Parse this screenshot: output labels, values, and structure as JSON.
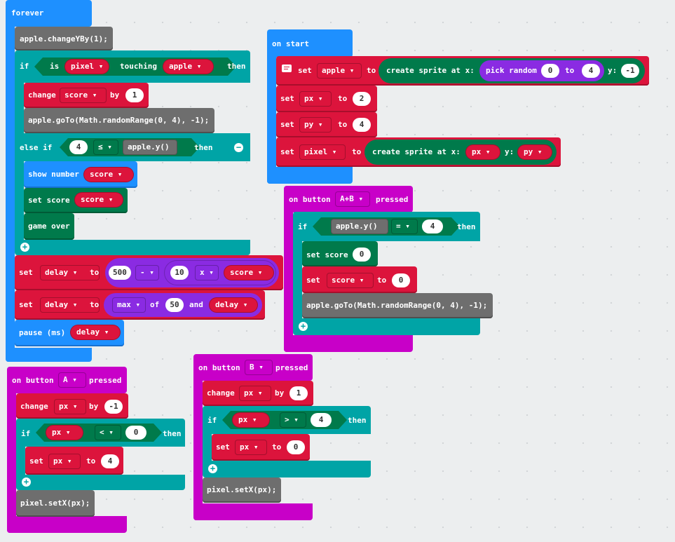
{
  "colors": {
    "event": "#1e90ff",
    "variable": "#dc143c",
    "logic": "#00a4a6",
    "game": "#007a4b",
    "code": "#6e6e6e",
    "input": "#c800c8",
    "math": "#8a2be2"
  },
  "icons": {
    "comment": "comment-icon",
    "add": "plus-circle-icon",
    "remove": "minus-circle-icon",
    "dropdown": "triangle-down-icon"
  },
  "forever": {
    "hat": "forever",
    "l1": "apple.changeYBy(1);",
    "if": "if",
    "is": "is",
    "pixel": "pixel",
    "touching": "touching",
    "apple": "apple",
    "then": "then",
    "change": "change",
    "score": "score",
    "by": "by",
    "one": "1",
    "goto": "apple.goTo(Math.randomRange(0, 4), -1);",
    "elseif": "else if",
    "four": "4",
    "le": "≤",
    "appley": "apple.y()",
    "then2": "then",
    "shownum": "show number",
    "score2": "score",
    "setscore": "set score",
    "score3": "score",
    "gameover": "game over",
    "set": "set",
    "delay": "delay",
    "to": "to",
    "n500": "500",
    "minus": "-",
    "n10": "10",
    "times": "x",
    "score4": "score",
    "set2": "set",
    "delay2": "delay",
    "to2": "to",
    "max": "max",
    "of": "of",
    "n50": "50",
    "and": "and",
    "delay3": "delay",
    "pause": "pause (ms)",
    "delay4": "delay"
  },
  "onstart": {
    "hat": "on start",
    "set": "set",
    "apple": "apple",
    "to": "to",
    "create": "create sprite at x:",
    "pickrandom": "pick random",
    "n0": "0",
    "to2": "to",
    "n4": "4",
    "y": "y:",
    "neg1": "-1",
    "set2": "set",
    "px": "px",
    "to3": "to",
    "n2": "2",
    "set3": "set",
    "py": "py",
    "to4": "to",
    "n4b": "4",
    "set4": "set",
    "pixel": "pixel",
    "to5": "to",
    "create2": "create sprite at x:",
    "px2": "px",
    "y2": "y:",
    "py2": "py"
  },
  "onab": {
    "hat1": "on button",
    "btn": "A+B",
    "hat2": "pressed",
    "if": "if",
    "appley": "apple.y()",
    "eq": "=",
    "n4": "4",
    "then": "then",
    "setscore": "set score",
    "n0": "0",
    "set": "set",
    "score": "score",
    "to": "to",
    "n0b": "0",
    "goto": "apple.goTo(Math.randomRange(0, 4), -1);"
  },
  "ona": {
    "hat1": "on button",
    "btn": "A",
    "hat2": "pressed",
    "change": "change",
    "px": "px",
    "by": "by",
    "neg1": "-1",
    "if": "if",
    "px2": "px",
    "lt": "<",
    "n0": "0",
    "then": "then",
    "set": "set",
    "px3": "px",
    "to": "to",
    "n4": "4",
    "setx": "pixel.setX(px);"
  },
  "onb": {
    "hat1": "on button",
    "btn": "B",
    "hat2": "pressed",
    "change": "change",
    "px": "px",
    "by": "by",
    "n1": "1",
    "if": "if",
    "px2": "px",
    "gt": ">",
    "n4": "4",
    "then": "then",
    "set": "set",
    "px3": "px",
    "to": "to",
    "n0": "0",
    "setx": "pixel.setX(px);"
  }
}
